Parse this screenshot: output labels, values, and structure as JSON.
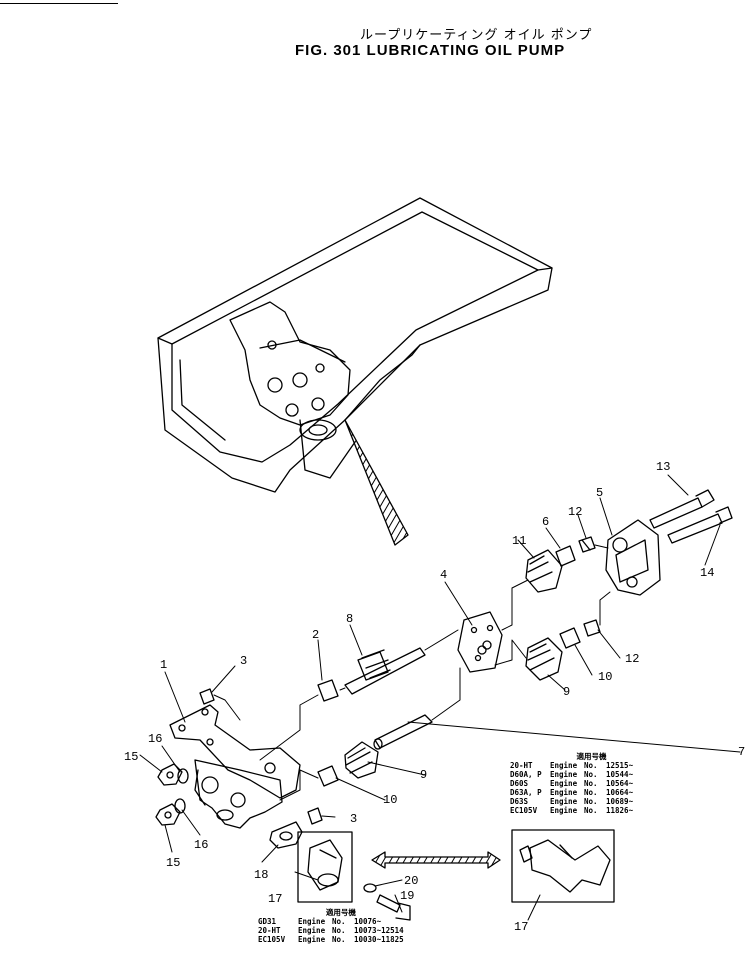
{
  "header": {
    "title_jp": "ループリケーティング オイル ポンプ",
    "title_en": "FIG. 301  LUBRICATING  OIL  PUMP"
  },
  "callouts": [
    "1",
    "2",
    "3",
    "3",
    "4",
    "5",
    "6",
    "7",
    "8",
    "9",
    "9",
    "10",
    "10",
    "11",
    "12",
    "12",
    "13",
    "14",
    "15",
    "15",
    "16",
    "16",
    "17",
    "17",
    "18",
    "19",
    "20"
  ],
  "table_upper": {
    "header": "適用号機",
    "rows": [
      {
        "model": "20-HT",
        "label": "Engine",
        "no": "No.",
        "range": "12515~"
      },
      {
        "model": "D60A, P",
        "label": "Engine",
        "no": "No.",
        "range": "10544~"
      },
      {
        "model": "D60S",
        "label": "Engine",
        "no": "No.",
        "range": "10564~"
      },
      {
        "model": "D63A, P",
        "label": "Engine",
        "no": "No.",
        "range": "10664~"
      },
      {
        "model": "D63S",
        "label": "Engine",
        "no": "No.",
        "range": "10689~"
      },
      {
        "model": "EC105V",
        "label": "Engine",
        "no": "No.",
        "range": "11826~"
      }
    ]
  },
  "table_lower": {
    "header": "適用号機",
    "rows": [
      {
        "model": "GD31",
        "label": "Engine",
        "no": "No.",
        "range": "10076~"
      },
      {
        "model": "20-HT",
        "label": "Engine",
        "no": "No.",
        "range": "10073~12514"
      },
      {
        "model": "EC105V",
        "label": "Engine",
        "no": "No.",
        "range": "10030~11825"
      }
    ]
  }
}
